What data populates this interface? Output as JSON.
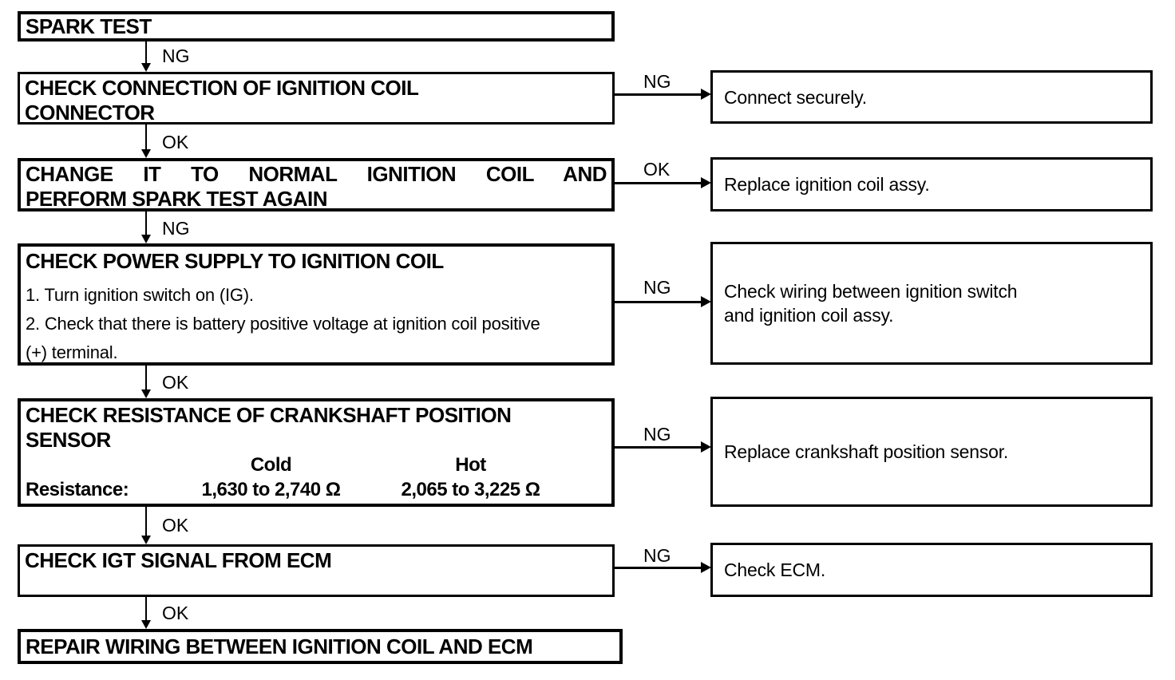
{
  "diagram": {
    "kind": "diagnostic-flowchart",
    "colors": {
      "line": "#000000",
      "background": "#ffffff",
      "text": "#000000"
    },
    "steps": {
      "spark_test": {
        "title": "SPARK TEST"
      },
      "check_connection": {
        "line1": "CHECK CONNECTION OF IGNITION COIL",
        "line2": "CONNECTOR"
      },
      "change_coil": {
        "line1": "CHANGE IT TO NORMAL IGNITION COIL AND",
        "line2": "PERFORM SPARK TEST AGAIN"
      },
      "check_power": {
        "title": "CHECK POWER SUPPLY TO IGNITION COIL",
        "item1": "1. Turn ignition switch on (IG).",
        "item2a": "2. Check that there is battery positive voltage at ignition coil positive",
        "item2b": "(+) terminal."
      },
      "check_resistance": {
        "line1": "CHECK RESISTANCE OF CRANKSHAFT POSITION",
        "line2": "SENSOR",
        "col_cold": "Cold",
        "col_hot": "Hot",
        "row_label": "Resistance:",
        "cold_value": "1,630 to 2,740 Ω",
        "hot_value": "2,065 to 3,225 Ω"
      },
      "check_igt": {
        "title": "CHECK IGT SIGNAL FROM ECM"
      },
      "repair_wiring": {
        "title": "REPAIR WIRING BETWEEN IGNITION COIL AND ECM"
      }
    },
    "results": {
      "connect_securely": "Connect securely.",
      "replace_coil": "Replace ignition coil assy.",
      "check_wiring_line1": "Check wiring between ignition switch",
      "check_wiring_line2": "and ignition coil assy.",
      "replace_sensor": "Replace crankshaft position sensor.",
      "check_ecm": "Check ECM."
    },
    "connectors": {
      "down1": "NG",
      "down2": "OK",
      "down3": "NG",
      "down4": "OK",
      "down5": "OK",
      "down6": "OK",
      "side1": "NG",
      "side2": "OK",
      "side3": "NG",
      "side4": "NG",
      "side5": "NG"
    }
  }
}
